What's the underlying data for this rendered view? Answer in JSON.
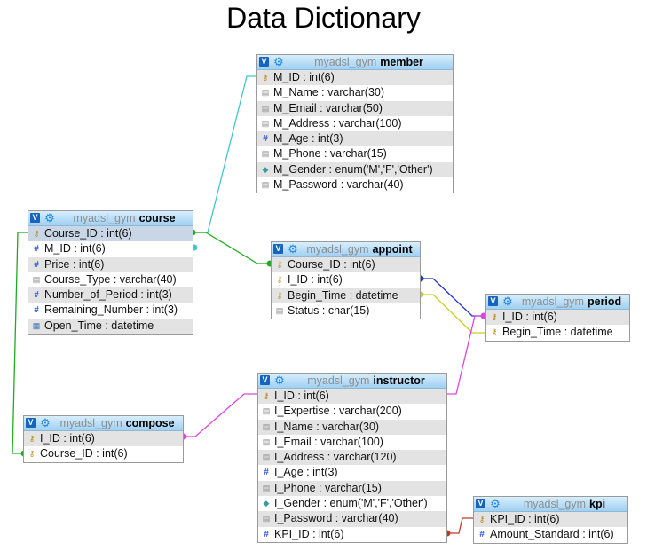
{
  "page": {
    "title": "Data Dictionary"
  },
  "colors": {
    "header_gradient_top": "#d8eefc",
    "header_gradient_bottom": "#9fd0f3",
    "row_shaded": "#e3e3e3",
    "selected_row": "#c8d6e5",
    "link_member_course": "#40c8c8",
    "link_course_appoint": "#22aa22",
    "link_course_compose": "#22aa22",
    "link_appoint_period_id": "#2233cc",
    "link_appoint_period_time": "#cccc22",
    "link_instructor_period": "#dd44dd",
    "link_compose_instructor": "#dd44dd",
    "link_instructor_kpi": "#c0392b"
  },
  "tables": {
    "member": {
      "db": "myadsl_gym",
      "name": "member",
      "columns": [
        {
          "text": "M_ID : int(6)",
          "icon": "key-icon"
        },
        {
          "text": "M_Name : varchar(30)",
          "icon": "text-column-icon"
        },
        {
          "text": "M_Email : varchar(50)",
          "icon": "text-column-icon"
        },
        {
          "text": "M_Address : varchar(100)",
          "icon": "text-column-icon"
        },
        {
          "text": "M_Age : int(3)",
          "icon": "numeric-column-icon"
        },
        {
          "text": "M_Phone : varchar(15)",
          "icon": "text-column-icon"
        },
        {
          "text": "M_Gender : enum('M','F','Other')",
          "icon": "enum-column-icon"
        },
        {
          "text": "M_Password : varchar(40)",
          "icon": "text-column-icon"
        }
      ]
    },
    "course": {
      "db": "myadsl_gym",
      "name": "course",
      "columns": [
        {
          "text": "Course_ID : int(6)",
          "icon": "key-icon"
        },
        {
          "text": "M_ID : int(6)",
          "icon": "numeric-column-icon"
        },
        {
          "text": "Price : int(6)",
          "icon": "numeric-column-icon"
        },
        {
          "text": "Course_Type : varchar(40)",
          "icon": "text-column-icon"
        },
        {
          "text": "Number_of_Period : int(3)",
          "icon": "numeric-column-icon"
        },
        {
          "text": "Remaining_Number : int(3)",
          "icon": "numeric-column-icon"
        },
        {
          "text": "Open_Time : datetime",
          "icon": "datetime-column-icon"
        }
      ]
    },
    "appoint": {
      "db": "myadsl_gym",
      "name": "appoint",
      "columns": [
        {
          "text": "Course_ID : int(6)",
          "icon": "key-icon"
        },
        {
          "text": "I_ID : int(6)",
          "icon": "key-icon"
        },
        {
          "text": "Begin_Time : datetime",
          "icon": "key-icon"
        },
        {
          "text": "Status : char(15)",
          "icon": "text-column-icon"
        }
      ]
    },
    "period": {
      "db": "myadsl_gym",
      "name": "period",
      "columns": [
        {
          "text": "I_ID : int(6)",
          "icon": "key-icon"
        },
        {
          "text": "Begin_Time : datetime",
          "icon": "key-icon"
        }
      ]
    },
    "instructor": {
      "db": "myadsl_gym",
      "name": "instructor",
      "columns": [
        {
          "text": "I_ID : int(6)",
          "icon": "key-icon"
        },
        {
          "text": "I_Expertise : varchar(200)",
          "icon": "text-column-icon"
        },
        {
          "text": "I_Name : varchar(30)",
          "icon": "text-column-icon"
        },
        {
          "text": "I_Email : varchar(100)",
          "icon": "text-column-icon"
        },
        {
          "text": "I_Address : varchar(120)",
          "icon": "text-column-icon"
        },
        {
          "text": "I_Age : int(3)",
          "icon": "numeric-column-icon"
        },
        {
          "text": "I_Phone : varchar(15)",
          "icon": "text-column-icon"
        },
        {
          "text": "I_Gender : enum('M','F','Other')",
          "icon": "enum-column-icon"
        },
        {
          "text": "I_Password : varchar(40)",
          "icon": "text-column-icon"
        },
        {
          "text": "KPI_ID : int(6)",
          "icon": "numeric-column-icon"
        }
      ]
    },
    "compose": {
      "db": "myadsl_gym",
      "name": "compose",
      "columns": [
        {
          "text": "I_ID : int(6)",
          "icon": "key-icon"
        },
        {
          "text": "Course_ID : int(6)",
          "icon": "key-icon"
        }
      ]
    },
    "kpi": {
      "db": "myadsl_gym",
      "name": "kpi",
      "columns": [
        {
          "text": "KPI_ID : int(6)",
          "icon": "key-icon"
        },
        {
          "text": "Amount_Standard : int(6)",
          "icon": "numeric-column-icon"
        }
      ]
    }
  }
}
